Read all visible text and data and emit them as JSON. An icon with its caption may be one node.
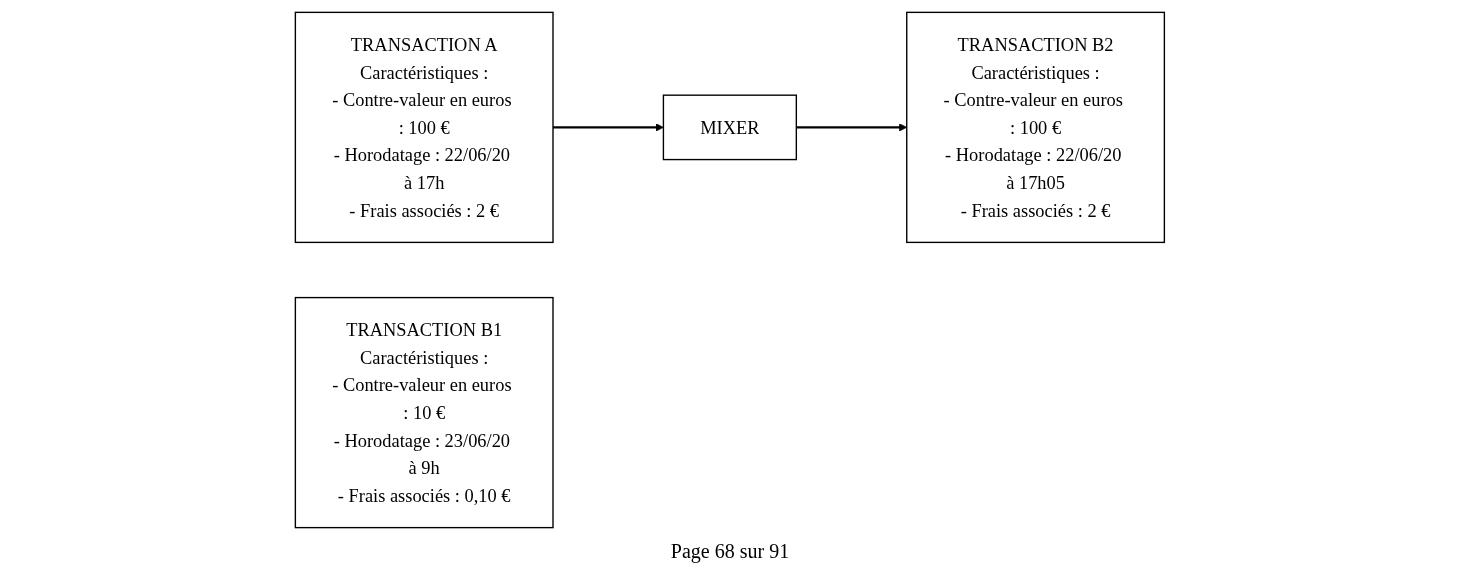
{
  "diagram": {
    "nodes": [
      {
        "text": [
          "TRANSACTION A",
          "Caractéristiques :",
          "- Contre-valeur en euros : 100 €",
          "- Horodatage : 22/06/20 à 17h",
          "- Frais associés : 2 €"
        ]
      },
      {
        "text": [
          "MIXER"
        ]
      },
      {
        "text": [
          "TRANSACTION B2",
          "Caractéristiques :",
          "- Contre-valeur en euros : 100 €",
          "- Horodatage : 22/06/20 à 17h05",
          "- Frais associés : 2 €"
        ]
      },
      {
        "text": [
          "TRANSACTION B1",
          "Caractéristiques :",
          "- Contre-valeur en euros : 10 €",
          "- Horodatage : 23/06/20 à 9h",
          "- Frais associés : 0,10 €"
        ]
      }
    ],
    "edges": [
      {
        "from": 0,
        "to": 1,
        "arrow": "to"
      },
      {
        "from": 1,
        "to": 2,
        "arrow": "to"
      }
    ],
    "labels": [
      "Page 68 sur 91"
    ]
  }
}
